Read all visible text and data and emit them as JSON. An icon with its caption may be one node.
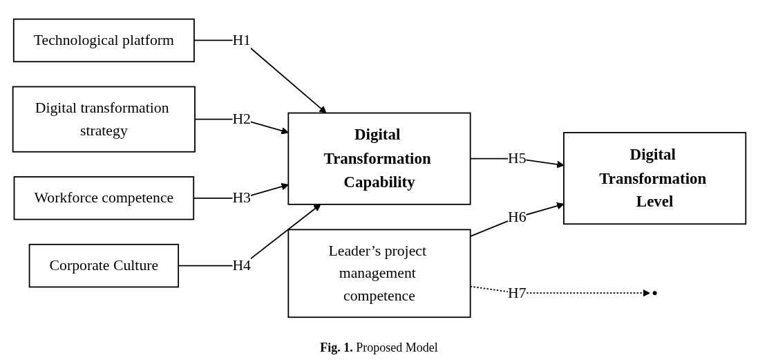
{
  "diagram": {
    "caption": "**Fig. 1.** Proposed Model",
    "nodes": [
      {
        "text": [
          "Technological platform"
        ]
      },
      {
        "text": [
          "Digital transformation strategy"
        ]
      },
      {
        "text": [
          "Workforce competence"
        ]
      },
      {
        "text": [
          "Corporate Culture"
        ]
      },
      {
        "text": [
          "Digital Transformation Capability"
        ]
      },
      {
        "text": [
          "Leader’s project management competence"
        ]
      },
      {
        "text": [
          "Digital Transformation Level"
        ]
      }
    ],
    "edges": [
      {
        "from": 0,
        "to": 4,
        "arrow": "to",
        "label": "H1"
      },
      {
        "from": 1,
        "to": 4,
        "arrow": "to",
        "label": "H2"
      },
      {
        "from": 2,
        "to": 4,
        "arrow": "to",
        "label": "H3"
      },
      {
        "from": 3,
        "to": 4,
        "arrow": "to",
        "label": "H4"
      },
      {
        "from": 4,
        "to": 6,
        "arrow": "to",
        "label": "H5"
      },
      {
        "from": 5,
        "to": 6,
        "arrow": "to",
        "label": "H6"
      },
      {
        "from": 5,
        "to": null,
        "arrow": "to",
        "label": "H7",
        "style": "dashed"
      }
    ]
  }
}
